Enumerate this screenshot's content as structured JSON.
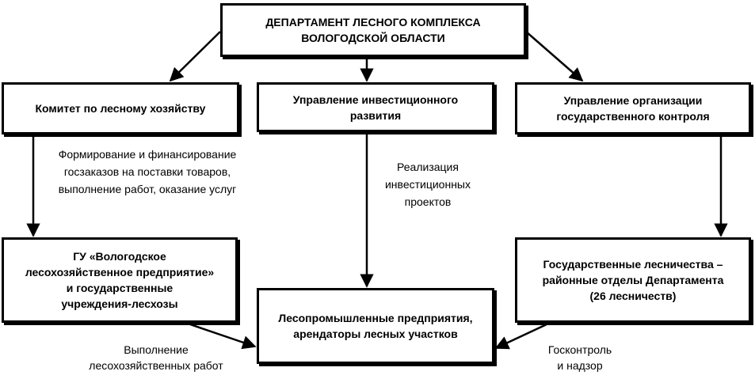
{
  "nodes": {
    "top": "ДЕПАРТАМЕНТ ЛЕСНОГО КОМПЛЕКСА\nВОЛОГОДСКОЙ ОБЛАСТИ",
    "committee": "Комитет по лесному хозяйству",
    "investment": "Управление инвестиционного\nразвития",
    "control": "Управление организации\nгосударственного контроля",
    "gu": "ГУ «Вологодское\nлесохозяйственное предприятие»\nи государственные\nучреждения-лесхозы",
    "enterprises": "Лесопромышленные предприятия,\nарендаторы лесных участков",
    "forestries": "Государственные лесничества –\nрайонные отделы Департамента\n(26 лесничеств)"
  },
  "edge_labels": {
    "committee_to_gu": "Формирование и финансирование\nгосзаказов на поставки товаров,\nвыполнение работ, оказание услуг",
    "investment_to_enterprises": "Реализация\nинвестиционных\nпроектов",
    "gu_to_enterprises": "Выполнение\nлесохозяйственных работ",
    "forestries_to_enterprises": "Госконтроль\nи надзор"
  }
}
